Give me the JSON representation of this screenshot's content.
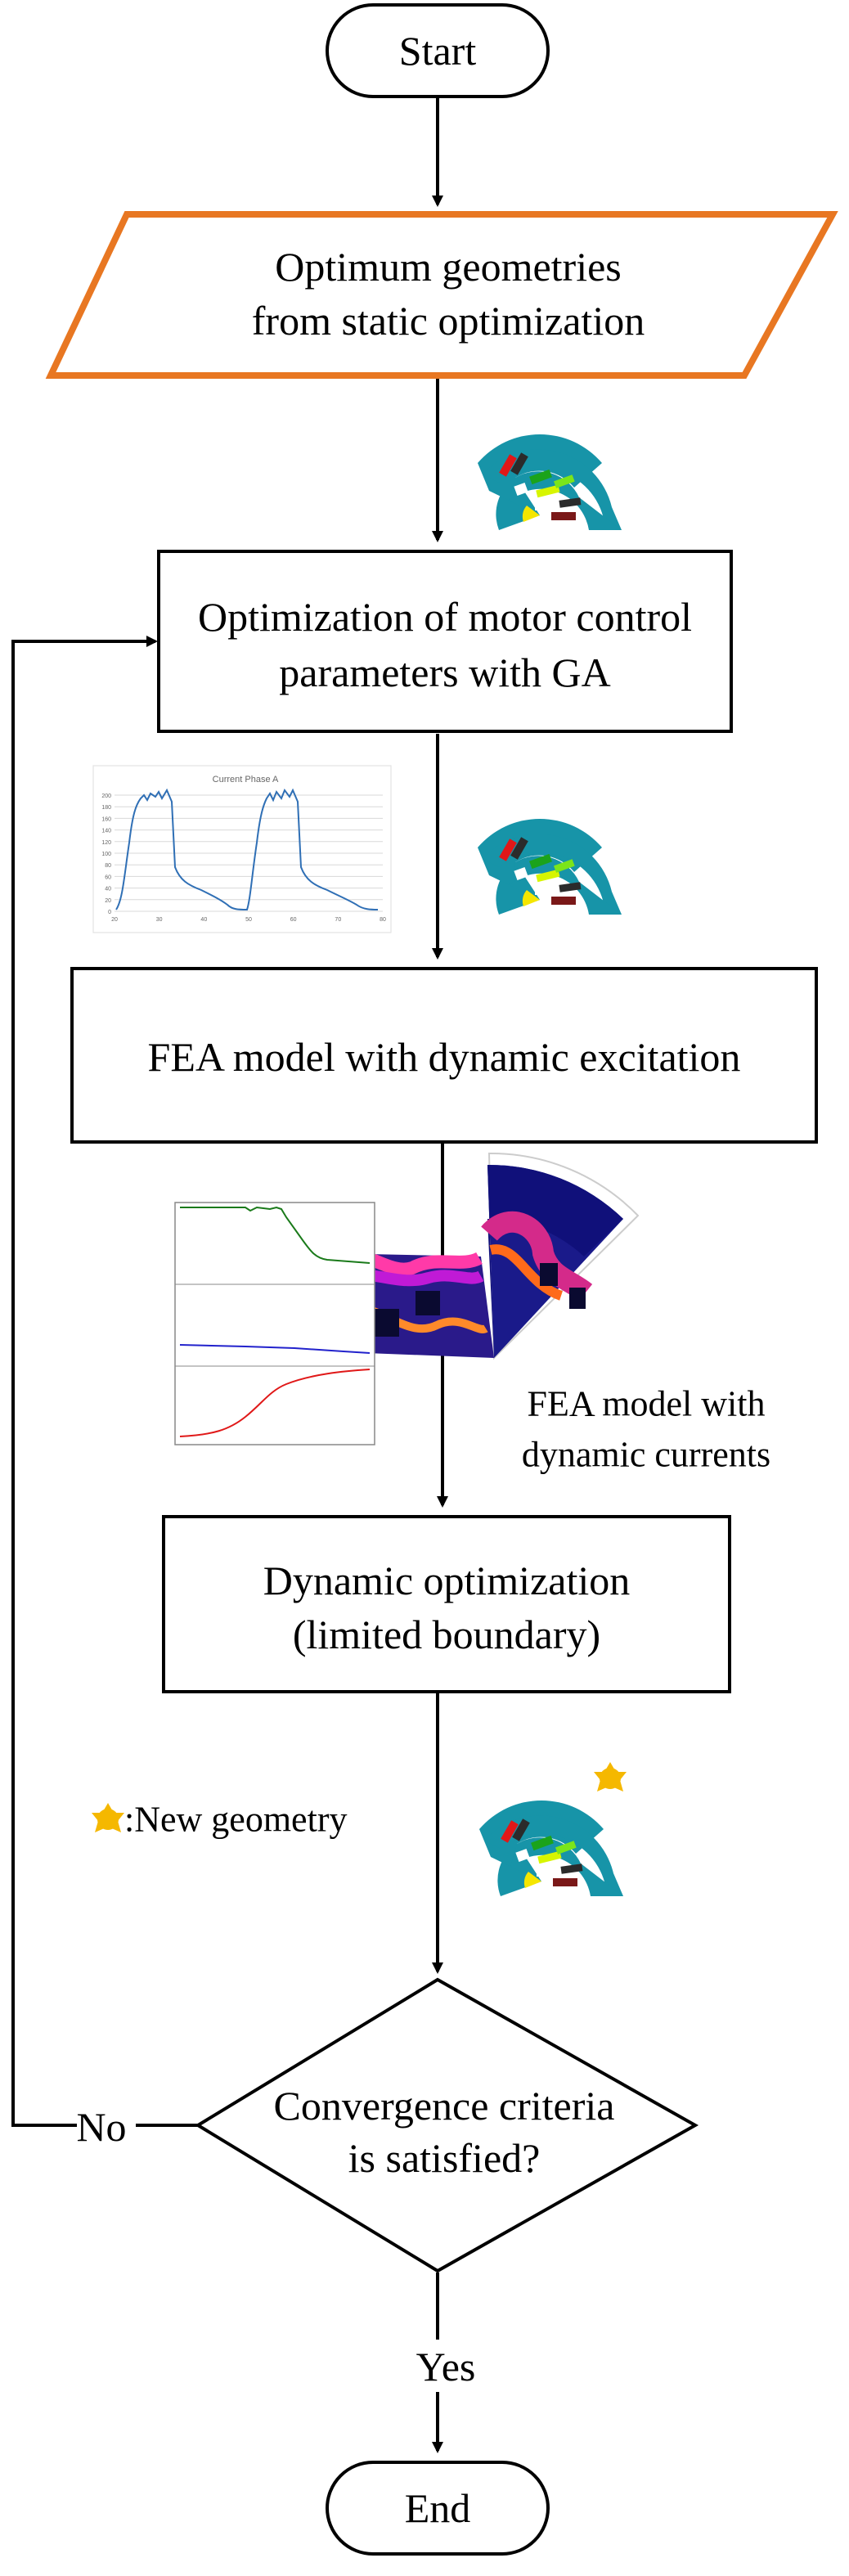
{
  "flowchart": {
    "start_label": "Start",
    "input_line1": "Optimum geometries",
    "input_line2": "from static optimization",
    "control_line1": "Optimization of motor control",
    "control_line2": "parameters with GA",
    "fea_dynamic_excitation": "FEA model with dynamic excitation",
    "fea_currents_line1": "FEA model with",
    "fea_currents_line2": "dynamic currents",
    "dynamic_line1": "Dynamic optimization",
    "dynamic_line2": "(limited boundary)",
    "new_geometry_legend": ":New geometry",
    "decision_line1": "Convergence criteria",
    "decision_line2": "is satisfied?",
    "no_label": "No",
    "yes_label": "Yes",
    "end_label": "End"
  },
  "current_chart": {
    "title": "Current Phase A",
    "y_ticks": [
      "0",
      "20",
      "40",
      "60",
      "80",
      "100",
      "120",
      "140",
      "160",
      "180",
      "200"
    ],
    "x_ticks": [
      "20",
      "30",
      "40",
      "50",
      "60",
      "70",
      "80"
    ]
  },
  "colors": {
    "input_border": "#e87722",
    "stator_blue": "#1794a8",
    "new_geometry_marker": "#f5b800",
    "current_trace": "#2f6fb5",
    "trace_green": "#1a7a1a",
    "trace_blue": "#2222cc",
    "trace_red": "#e01818"
  },
  "icons": {
    "motor_geometry": "motor-cross-section-icon",
    "new_geometry_marker": "yellow-gear-marker-icon",
    "fea_field": "fea-flux-density-plot"
  }
}
